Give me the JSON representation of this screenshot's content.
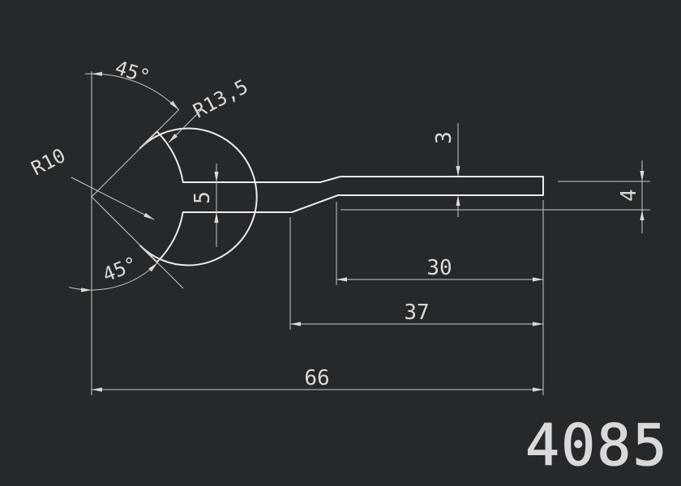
{
  "drawing": {
    "title": "profile cross-section drawing",
    "background_color": "#25292c",
    "line_color": "#d9d9d9",
    "part_number": "4085",
    "labels": {
      "angle_top": "45°",
      "angle_bottom": "45°",
      "radius_outer": "R13,5",
      "radius_inner": "R10",
      "thickness_stem": "5",
      "thickness_flange": "3",
      "offset_right_end": "4",
      "length_30": "30",
      "length_37": "37",
      "length_total": "66"
    }
  }
}
